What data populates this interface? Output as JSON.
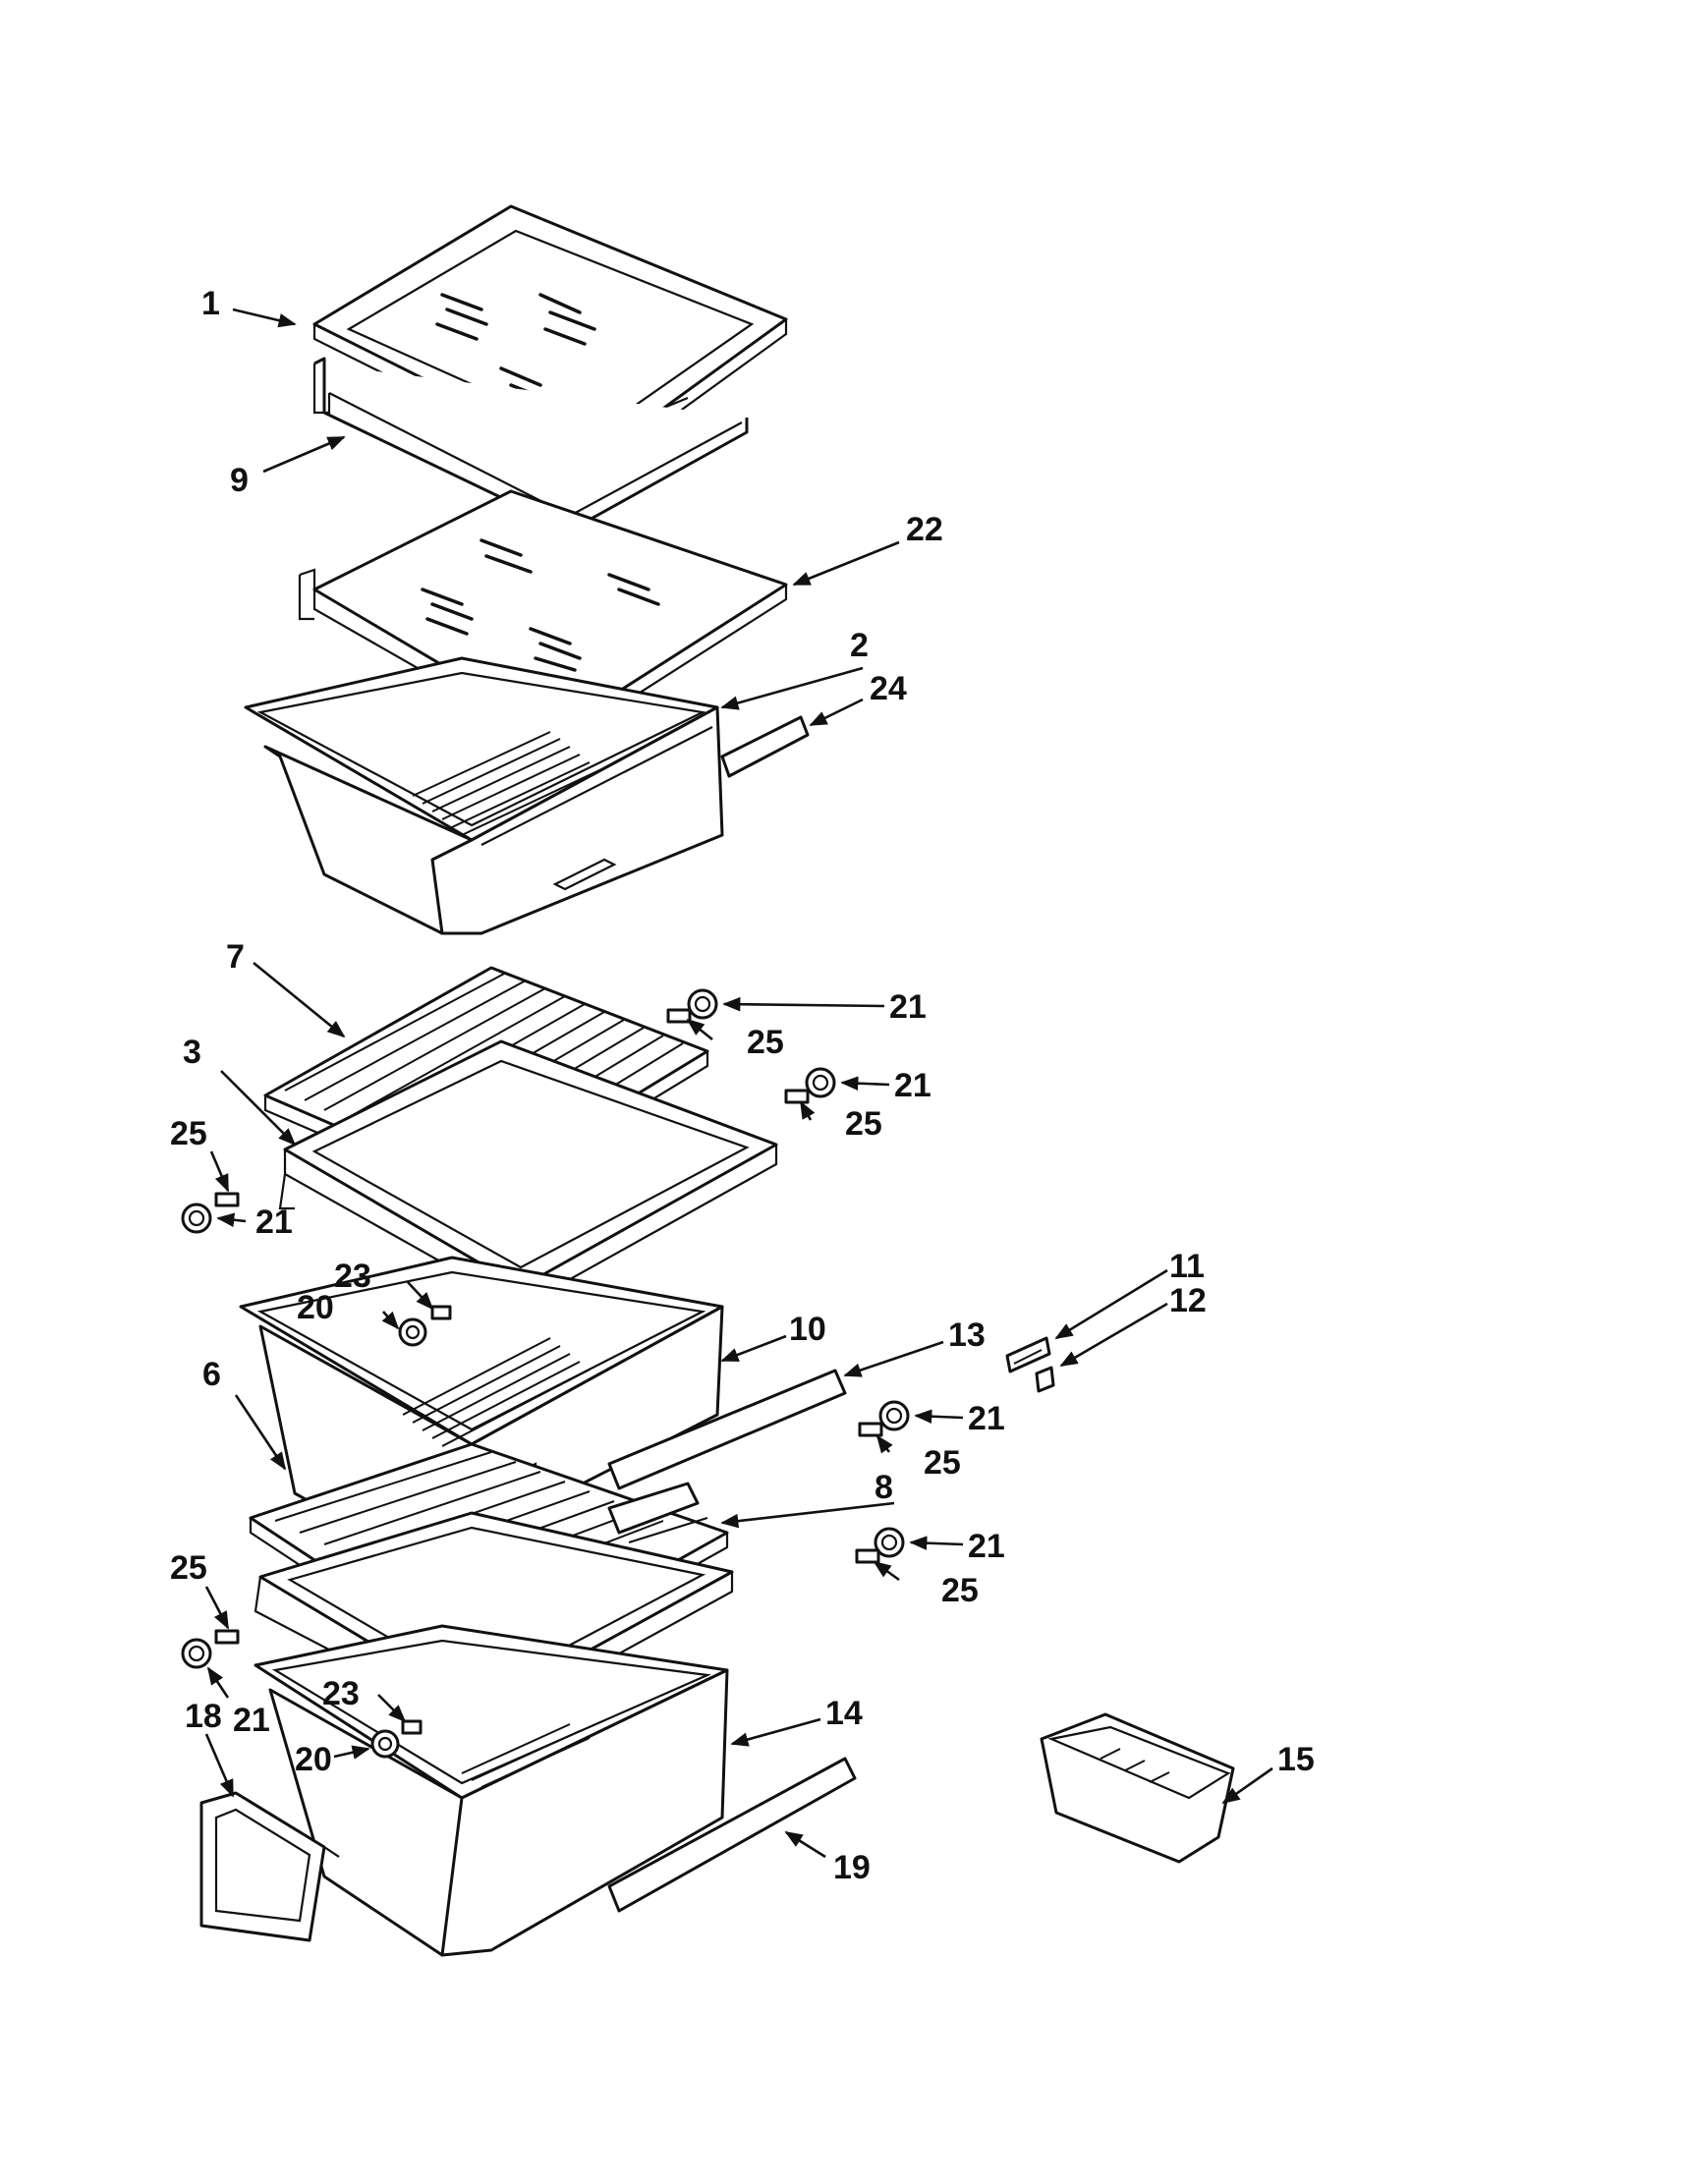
{
  "callouts": [
    {
      "id": "c1",
      "label": "1"
    },
    {
      "id": "c9",
      "label": "9"
    },
    {
      "id": "c22",
      "label": "22"
    },
    {
      "id": "c2",
      "label": "2"
    },
    {
      "id": "c24",
      "label": "24"
    },
    {
      "id": "c7",
      "label": "7"
    },
    {
      "id": "c3",
      "label": "3"
    },
    {
      "id": "c25a",
      "label": "25"
    },
    {
      "id": "c21a",
      "label": "21"
    },
    {
      "id": "c25b",
      "label": "25"
    },
    {
      "id": "c21b",
      "label": "21"
    },
    {
      "id": "c25c",
      "label": "25"
    },
    {
      "id": "c21c",
      "label": "21"
    },
    {
      "id": "c23a",
      "label": "23"
    },
    {
      "id": "c20a",
      "label": "20"
    },
    {
      "id": "c11",
      "label": "11"
    },
    {
      "id": "c12",
      "label": "12"
    },
    {
      "id": "c13",
      "label": "13"
    },
    {
      "id": "c10",
      "label": "10"
    },
    {
      "id": "c6",
      "label": "6"
    },
    {
      "id": "c21d",
      "label": "21"
    },
    {
      "id": "c25d",
      "label": "25"
    },
    {
      "id": "c8",
      "label": "8"
    },
    {
      "id": "c21e",
      "label": "21"
    },
    {
      "id": "c25e",
      "label": "25"
    },
    {
      "id": "c25f",
      "label": "25"
    },
    {
      "id": "c21f",
      "label": "21"
    },
    {
      "id": "c23b",
      "label": "23"
    },
    {
      "id": "c18",
      "label": "18"
    },
    {
      "id": "c20b",
      "label": "20"
    },
    {
      "id": "c14",
      "label": "14"
    },
    {
      "id": "c15",
      "label": "15"
    },
    {
      "id": "c19",
      "label": "19"
    }
  ]
}
